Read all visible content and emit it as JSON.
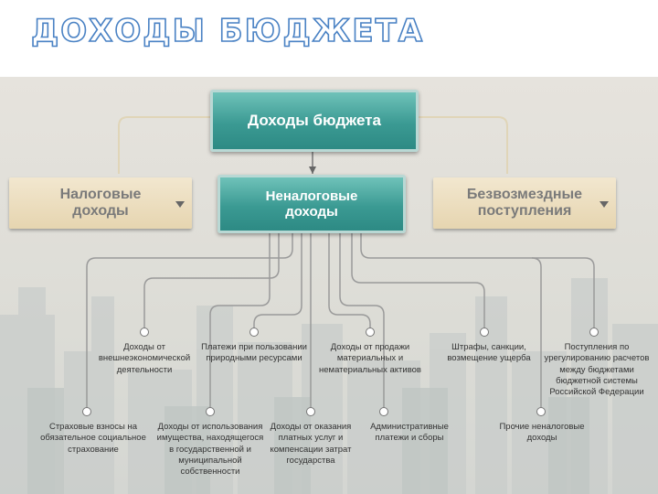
{
  "title": "ДОХОДЫ БЮДЖЕТА",
  "root": "Доходы бюджета",
  "categories": {
    "left": "Налоговые\nдоходы",
    "center": "Неналоговые\nдоходы",
    "right": "Безвозмездные\nпоступления"
  },
  "items": [
    "Доходы от\nвнешнеэкономической\nдеятельности",
    "Платежи при пользовании\nприродными ресурсами",
    "Доходы от продажи\nматериальных и\nнематериальных активов",
    "Штрафы, санкции,\nвозмещение ущерба",
    "Поступления по\nурегулированию расчетов\nмежду бюджетами\nбюджетной системы\nРоссийской Федерации",
    "Страховые взносы на\nобязательное социальное\nстрахование",
    "Доходы от использования\nимущества, находящегося\nв государственной и\nмуниципальной\nсобственности",
    "Доходы от оказания\nплатных услуг и\nкомпенсации затрат\nгосударства",
    "Административные\nплатежи и сборы",
    "Прочие неналоговые\nдоходы"
  ],
  "colors": {
    "teal": "#3b9a93",
    "beige": "#e6d5b0",
    "title_outline": "#4a82c4",
    "line": "#8a8a8a"
  }
}
